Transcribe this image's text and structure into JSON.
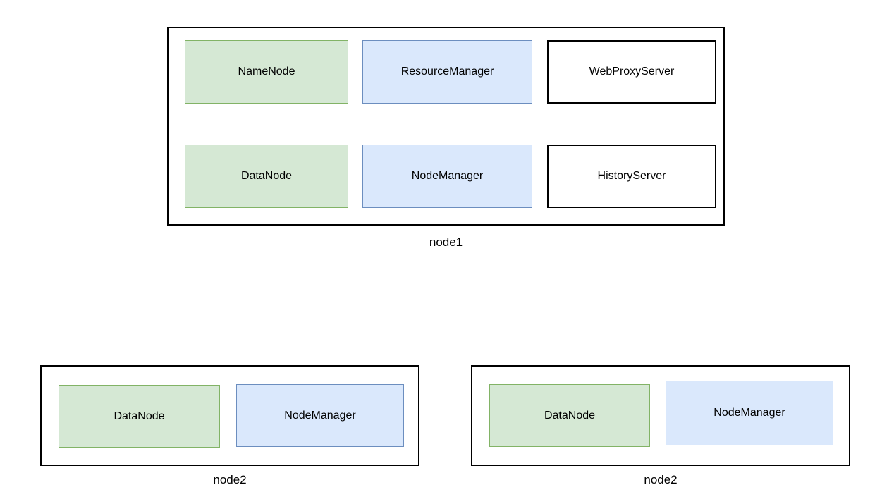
{
  "colors": {
    "green_fill": "#d5e8d4",
    "green_stroke": "#82b366",
    "blue_fill": "#dae8fc",
    "blue_stroke": "#6c8ebf",
    "white_fill": "#ffffff",
    "black_stroke": "#000000"
  },
  "nodes": [
    {
      "label": "node1",
      "services": [
        {
          "name": "NameNode",
          "color": "green"
        },
        {
          "name": "ResourceManager",
          "color": "blue"
        },
        {
          "name": "WebProxyServer",
          "color": "white"
        },
        {
          "name": "DataNode",
          "color": "green"
        },
        {
          "name": "NodeManager",
          "color": "blue"
        },
        {
          "name": "HistoryServer",
          "color": "white"
        }
      ]
    },
    {
      "label": "node2",
      "services": [
        {
          "name": "DataNode",
          "color": "green"
        },
        {
          "name": "NodeManager",
          "color": "blue"
        }
      ]
    },
    {
      "label": "node2",
      "services": [
        {
          "name": "DataNode",
          "color": "green"
        },
        {
          "name": "NodeManager",
          "color": "blue"
        }
      ]
    }
  ]
}
